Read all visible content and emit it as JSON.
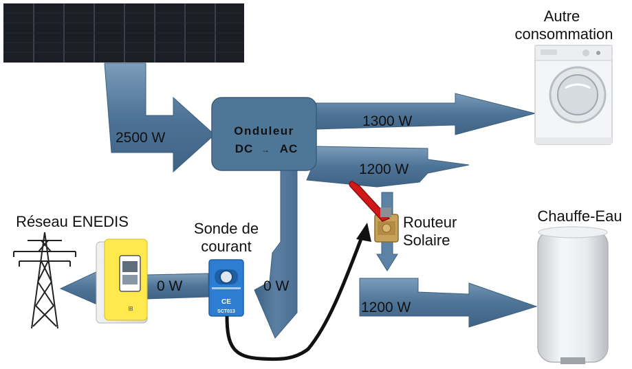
{
  "labels": {
    "autre_line1": "Autre",
    "autre_line2": "consommation",
    "chauffe_eau": "Chauffe-Eau",
    "reseau": "Réseau ENEDIS",
    "sonde_line1": "Sonde de",
    "sonde_line2": "courant",
    "routeur_line1": "Routeur",
    "routeur_line2": "Solaire"
  },
  "onduleur": {
    "line1": "Onduleur",
    "line2_left": "DC",
    "line2_arrow": "→",
    "line2_right": "AC"
  },
  "flows": {
    "solar": "2500 W",
    "autre": "1300 W",
    "router_in": "1200 W",
    "chauffe": "1200 W",
    "grid": "0 W",
    "down": "0 W"
  },
  "sensor": {
    "ce": "CE",
    "model": "SCT013"
  },
  "colors": {
    "arrow": "#4d7396",
    "arrow_light": "#6f93b5",
    "inverter": "#4e7697",
    "meter": "#ffe94d",
    "sensor": "#2d7ed3",
    "valve": "#d01818"
  },
  "icons": [
    "solar-panel-icon",
    "washing-machine-icon",
    "pylon-icon",
    "meter-icon",
    "current-clamp-icon",
    "valve-icon",
    "water-heater-icon"
  ]
}
